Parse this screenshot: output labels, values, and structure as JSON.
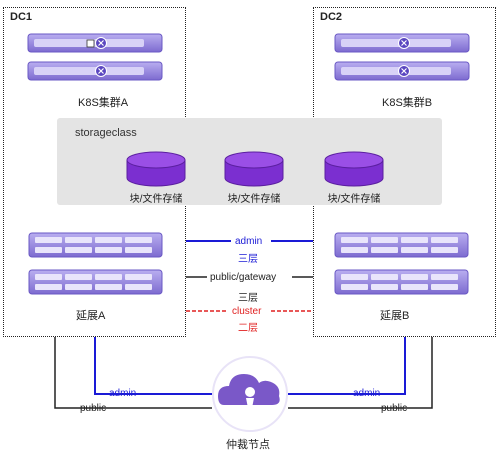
{
  "dc1": {
    "title": "DC1",
    "cluster_label": "K8S集群A",
    "storage_label": "延展A"
  },
  "dc2": {
    "title": "DC2",
    "cluster_label": "K8S集群B",
    "storage_label": "延展B"
  },
  "storageclass": {
    "title": "storageclass",
    "disks": [
      "块/文件存储",
      "块/文件存储",
      "块/文件存储"
    ]
  },
  "links": {
    "admin": "admin",
    "admin_layer": "三层",
    "public_gateway": "public/gateway",
    "public_layer": "三层",
    "cluster": "cluster",
    "cluster_layer": "二层"
  },
  "arbiter": {
    "label": "仲裁节点",
    "left_admin": "admin",
    "left_public": "public",
    "right_admin": "admin",
    "right_public": "public"
  },
  "colors": {
    "admin": "#1a1ad6",
    "cluster": "#e02020",
    "public": "#222222",
    "purple": "#7b2fd0",
    "server": "#8f7fd6"
  }
}
